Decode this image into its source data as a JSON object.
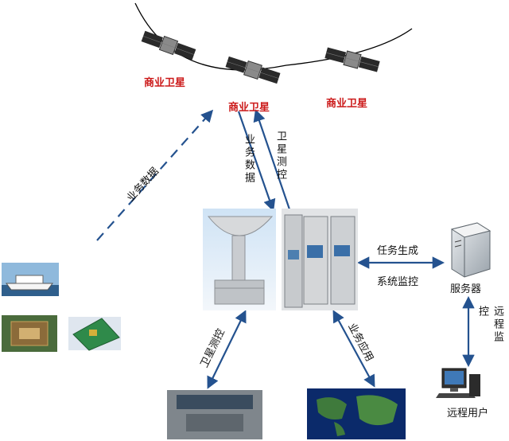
{
  "satellites": {
    "left_label": "商业卫星",
    "center_label": "商业卫星",
    "right_label": "商业卫星"
  },
  "links": {
    "business_data_diag": "业务数据",
    "business_data_up": "业务数据",
    "sat_tmtc_up": "卫星测控",
    "task_generation": "任务生成",
    "system_monitoring": "系统监控",
    "remote_monitoring": "远程监控",
    "sat_tmtc_down": "卫星测控",
    "business_application": "业务应用"
  },
  "nodes": {
    "server_label": "服务器",
    "remote_user_label": "远程用户"
  },
  "colors": {
    "arrow": "#24528f",
    "orbit": "#000000",
    "sat_label": "#cc1a1a"
  },
  "icons": [
    "satellite-icon",
    "antenna-photo",
    "rack-photo",
    "server-icon",
    "workstation-icon",
    "ship-photo",
    "building-photo",
    "circuit-board-photo",
    "control-room-photo",
    "world-map-photo"
  ]
}
